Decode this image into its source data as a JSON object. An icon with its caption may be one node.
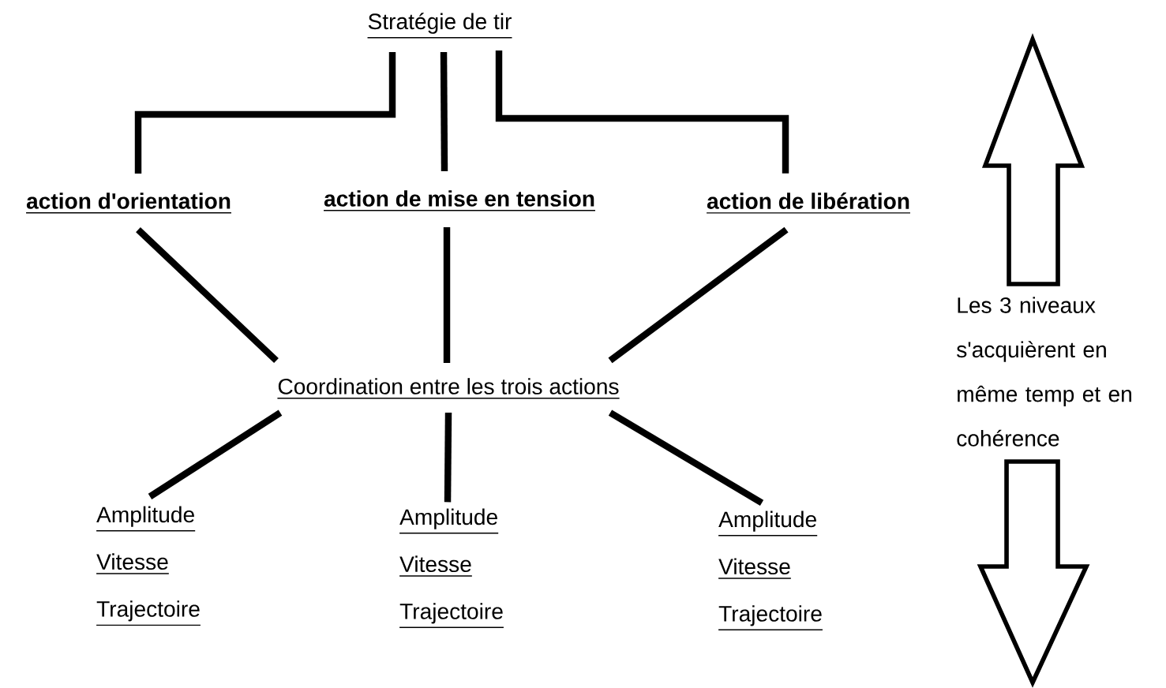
{
  "diagram": {
    "nodes": [
      {
        "text": [
          "Stratégie de tir"
        ]
      },
      {
        "text": [
          "action d'orientation"
        ]
      },
      {
        "text": [
          "action de mise en tension"
        ]
      },
      {
        "text": [
          "action de libération"
        ]
      },
      {
        "text": [
          "Coordination entre les trois actions"
        ]
      },
      {
        "text": [
          "Amplitude",
          "Vitesse",
          "Trajectoire"
        ]
      },
      {
        "text": [
          "Amplitude",
          "Vitesse",
          "Trajectoire"
        ]
      },
      {
        "text": [
          "Amplitude",
          "Vitesse",
          "Trajectoire"
        ]
      }
    ],
    "edges": [
      {
        "from": 0,
        "to": 1,
        "arrow": "none"
      },
      {
        "from": 0,
        "to": 2,
        "arrow": "none"
      },
      {
        "from": 0,
        "to": 3,
        "arrow": "none"
      },
      {
        "from": 1,
        "to": 4,
        "arrow": "none"
      },
      {
        "from": 2,
        "to": 4,
        "arrow": "none"
      },
      {
        "from": 3,
        "to": 4,
        "arrow": "none"
      },
      {
        "from": 4,
        "to": 5,
        "arrow": "none"
      },
      {
        "from": 4,
        "to": 6,
        "arrow": "none"
      },
      {
        "from": 4,
        "to": 7,
        "arrow": "none"
      }
    ],
    "labels": [
      "Les 3 niveaux s'acquièrent en même temp et en cohérence"
    ]
  }
}
